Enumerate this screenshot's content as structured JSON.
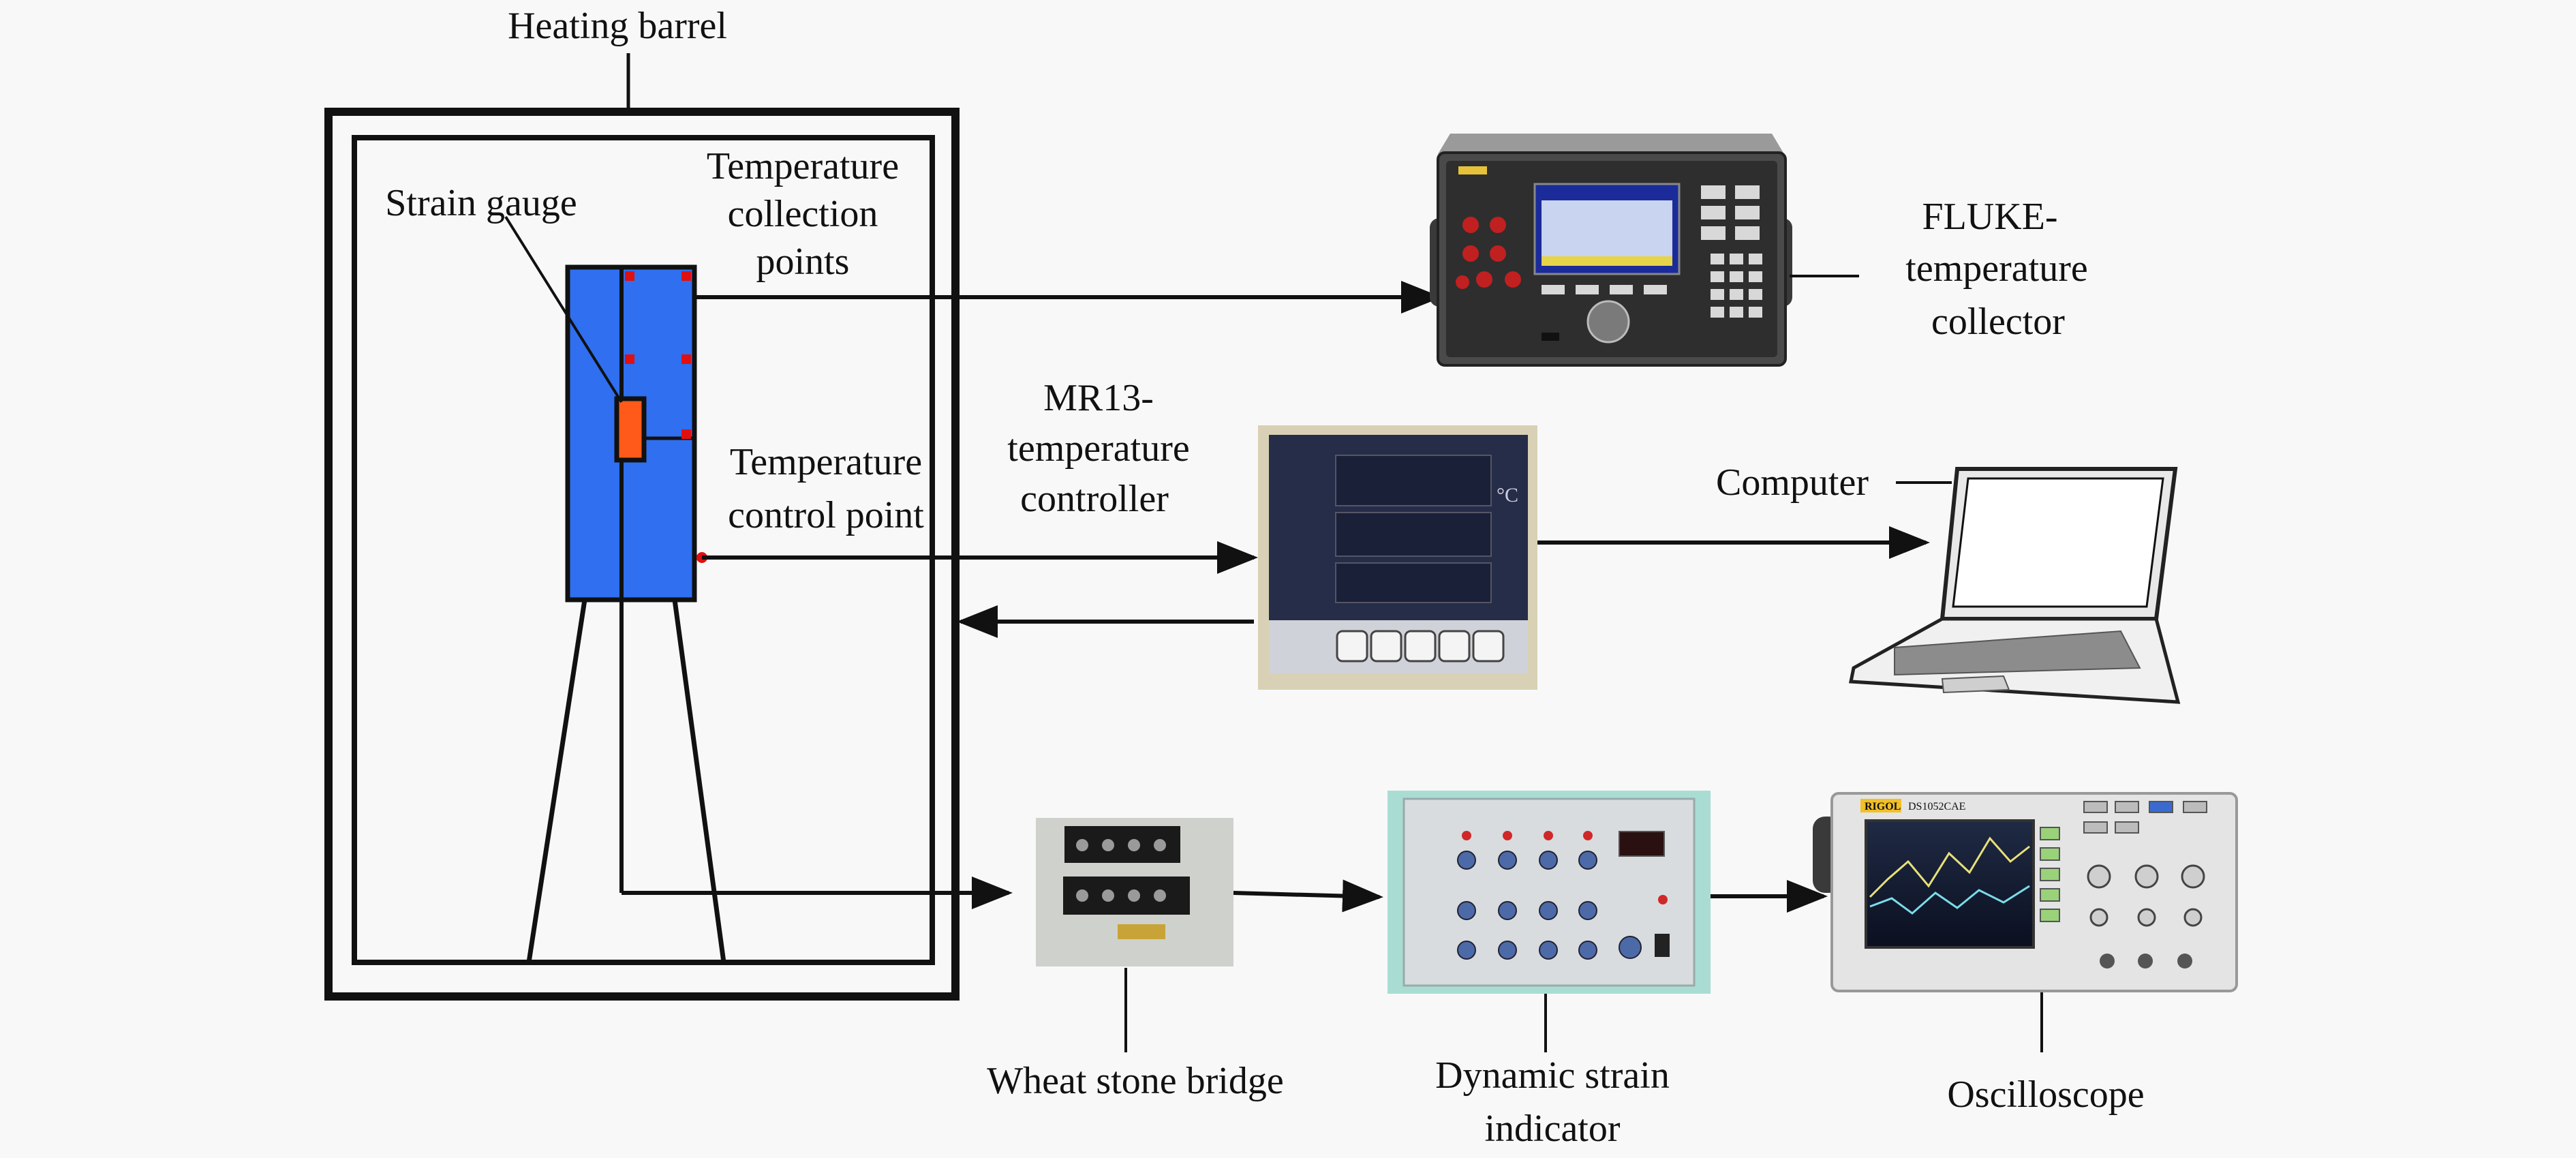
{
  "labels": {
    "heating_barrel": "Heating barrel",
    "strain_gauge": "Strain gauge",
    "temp_collection": [
      "Temperature",
      "collection",
      "points"
    ],
    "temp_control": [
      "Temperature",
      "control point"
    ],
    "fluke": [
      "FLUKE-",
      "temperature",
      "collector"
    ],
    "mr13": [
      "MR13-",
      "temperature",
      "controller"
    ],
    "computer": "Computer",
    "wheatstone": "Wheat stone bridge",
    "strain_indicator": [
      "Dynamic strain",
      "indicator"
    ],
    "oscilloscope": "Oscilloscope"
  },
  "device_text": {
    "controller_unit": "°C",
    "oscilloscope_brand": "RIGOL",
    "oscilloscope_model": "DS1052CAE"
  },
  "colors": {
    "specimen": "#2f6ff0",
    "gauge": "#ff5a1a",
    "point": "#e01010",
    "line": "#111111"
  }
}
